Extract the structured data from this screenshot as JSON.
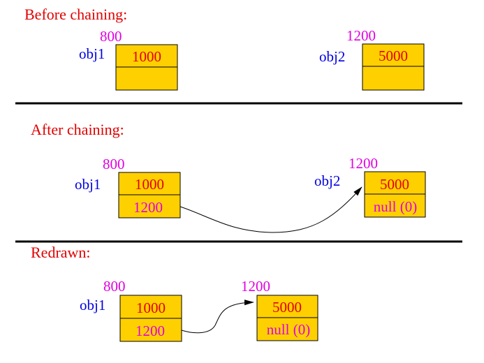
{
  "colors": {
    "heading": "#e00000",
    "address": "#e000e0",
    "name": "#0000e0",
    "field_value": "#e00000",
    "null_value": "#e000e0",
    "box_fill": "#ffd000",
    "box_stroke": "#000000",
    "divider": "#000000"
  },
  "sections": {
    "before": {
      "heading": "Before chaining:",
      "obj1": {
        "name": "obj1",
        "address": "800",
        "field1": "1000",
        "field2": ""
      },
      "obj2": {
        "name": "obj2",
        "address": "1200",
        "field1": "5000",
        "field2": ""
      }
    },
    "after": {
      "heading": "After chaining:",
      "obj1": {
        "name": "obj1",
        "address": "800",
        "field1": "1000",
        "field2": "1200"
      },
      "obj2": {
        "name": "obj2",
        "address": "1200",
        "field1": "5000",
        "field2": "null (0)"
      }
    },
    "redrawn": {
      "heading": "Redrawn:",
      "obj1": {
        "name": "obj1",
        "address": "800",
        "field1": "1000",
        "field2": "1200"
      },
      "obj2": {
        "address": "1200",
        "field1": "5000",
        "field2": "null (0)"
      }
    }
  }
}
